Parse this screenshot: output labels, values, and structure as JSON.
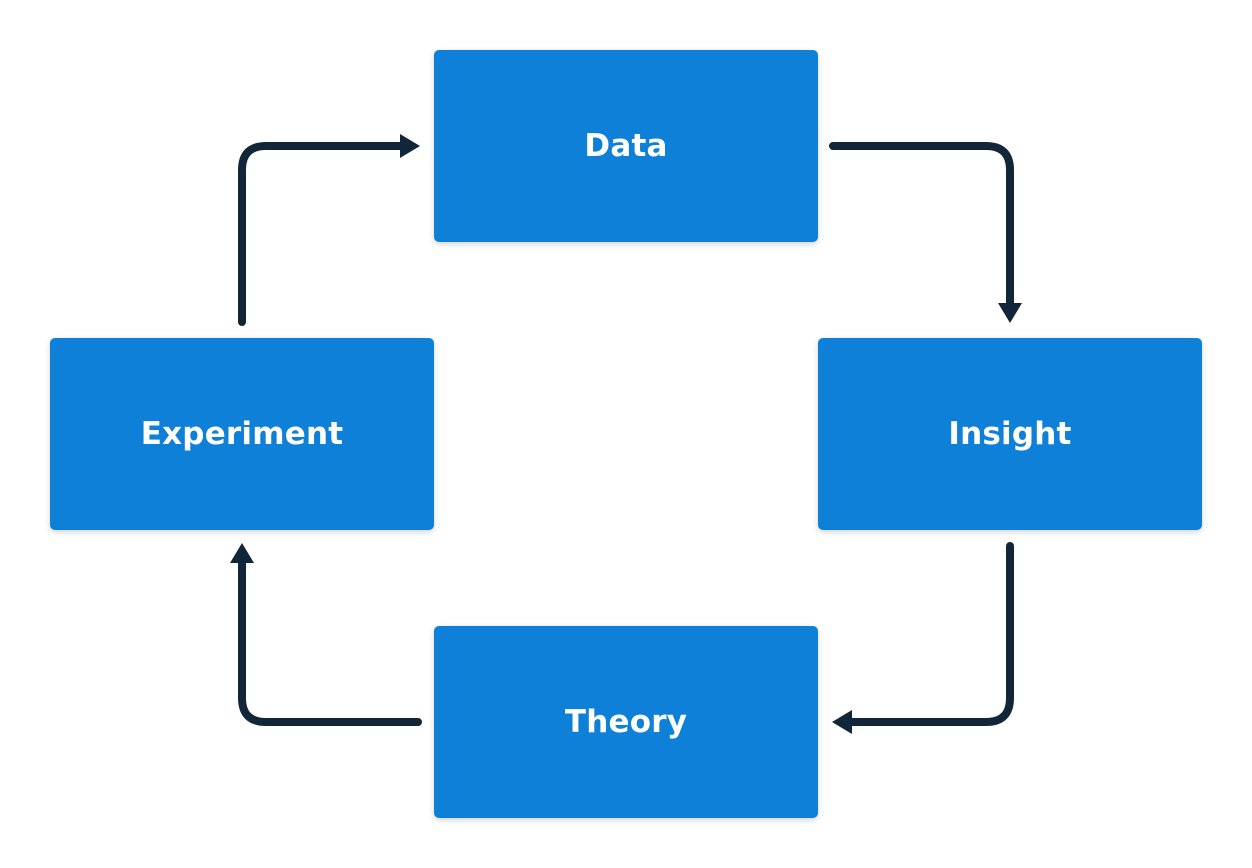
{
  "colors": {
    "node_fill": "#0e80d8",
    "node_text": "#ffffff",
    "arrow": "#12263a",
    "background": "#ffffff"
  },
  "nodes": {
    "data": {
      "label": "Data"
    },
    "insight": {
      "label": "Insight"
    },
    "theory": {
      "label": "Theory"
    },
    "experiment": {
      "label": "Experiment"
    }
  },
  "edges": [
    {
      "from": "Data",
      "to": "Insight"
    },
    {
      "from": "Insight",
      "to": "Theory"
    },
    {
      "from": "Theory",
      "to": "Experiment"
    },
    {
      "from": "Experiment",
      "to": "Data"
    }
  ]
}
